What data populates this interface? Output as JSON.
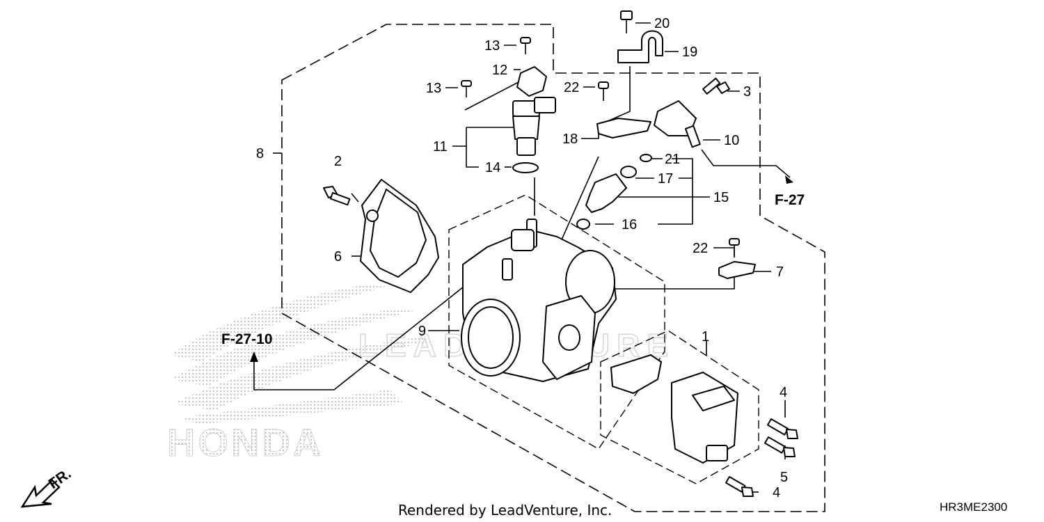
{
  "diagram": {
    "watermark_brand": "HONDA",
    "watermark_text": "LEADVENTURE",
    "footer_credit": "Rendered by LeadVenture, Inc.",
    "diagram_code": "HR3ME2300",
    "front_label": "FR.",
    "references": {
      "f27": "F-27",
      "f2710": "F-27-10"
    },
    "callouts": {
      "c1": "1",
      "c2": "2",
      "c3": "3",
      "c4a": "4",
      "c4b": "4",
      "c5": "5",
      "c6": "6",
      "c7": "7",
      "c8": "8",
      "c9": "9",
      "c10": "10",
      "c11": "11",
      "c12": "12",
      "c13a": "13",
      "c13b": "13",
      "c14": "14",
      "c15": "15",
      "c16": "16",
      "c17": "17",
      "c18": "18",
      "c19": "19",
      "c20": "20",
      "c21": "21",
      "c22a": "22",
      "c22b": "22"
    },
    "colors": {
      "line": "#000000",
      "watermark": "#d6d6d6",
      "background": "#ffffff"
    }
  }
}
